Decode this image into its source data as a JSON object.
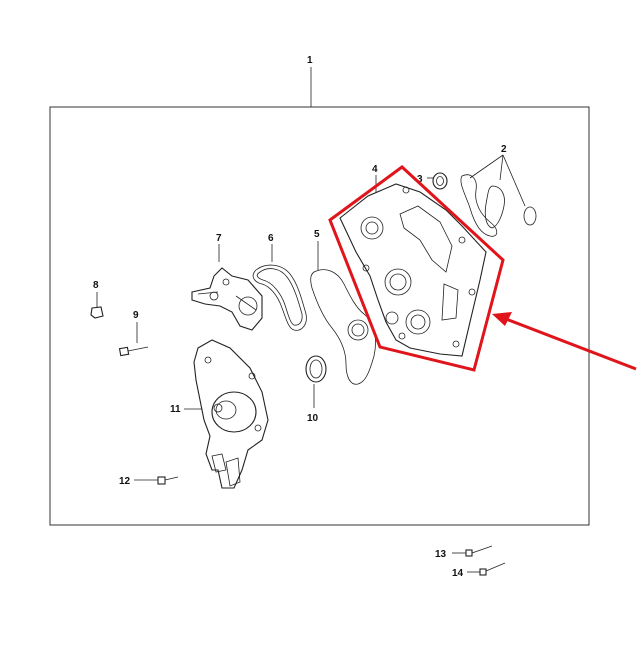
{
  "callouts": {
    "c1": "1",
    "c2": "2",
    "c3": "3",
    "c4": "4",
    "c5": "5",
    "c6": "6",
    "c7": "7",
    "c8": "8",
    "c9": "9",
    "c10": "10",
    "c11": "11",
    "c12": "12",
    "c13": "13",
    "c14": "14"
  },
  "colors": {
    "highlight": "#e0151b",
    "line": "#222222",
    "background": "#ffffff"
  }
}
